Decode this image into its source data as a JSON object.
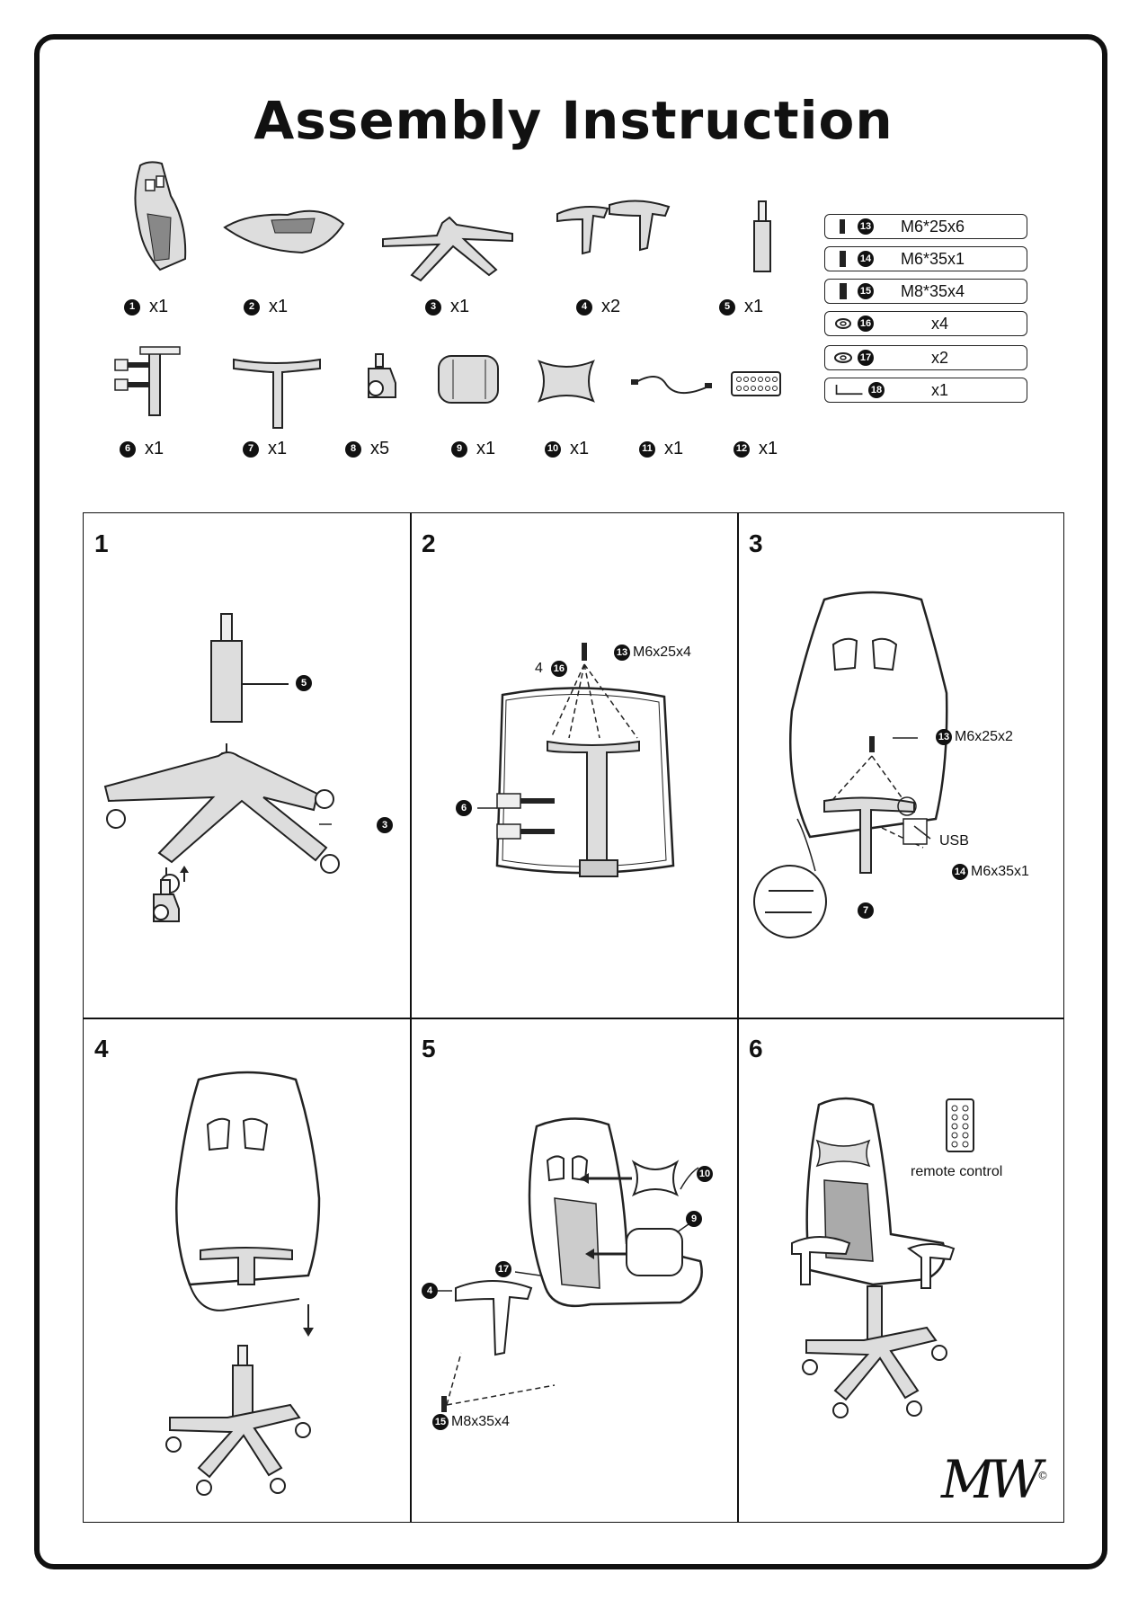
{
  "title": "Assembly Instruction",
  "parts_row1": [
    {
      "badge": "1",
      "icon": "backrest-icon",
      "qty": "x1"
    },
    {
      "badge": "2",
      "icon": "seat-icon",
      "qty": "x1"
    },
    {
      "badge": "3",
      "icon": "base-icon",
      "qty": "x1"
    },
    {
      "badge": "4",
      "icon": "armrest-icon",
      "qty": "x2"
    },
    {
      "badge": "5",
      "icon": "gas-cylinder-icon",
      "qty": "x1"
    }
  ],
  "parts_row2": [
    {
      "badge": "6",
      "icon": "mechanism-icon",
      "qty": "x1"
    },
    {
      "badge": "7",
      "icon": "bracket-icon",
      "qty": "x1"
    },
    {
      "badge": "8",
      "icon": "caster-icon",
      "qty": "x5"
    },
    {
      "badge": "9",
      "icon": "lumbar-pillow-icon",
      "qty": "x1"
    },
    {
      "badge": "10",
      "icon": "headrest-pillow-icon",
      "qty": "x1"
    },
    {
      "badge": "11",
      "icon": "cable-icon",
      "qty": "x1"
    },
    {
      "badge": "12",
      "icon": "remote-icon",
      "qty": "x1"
    }
  ],
  "hardware": [
    {
      "badge": "13",
      "icon": "bolt-icon",
      "spec": "M6*25x6"
    },
    {
      "badge": "14",
      "icon": "bolt-icon",
      "spec": "M6*35x1"
    },
    {
      "badge": "15",
      "icon": "bolt-icon",
      "spec": "M8*35x4"
    },
    {
      "badge": "16",
      "icon": "washer-icon",
      "qty": "x4"
    },
    {
      "badge": "17",
      "icon": "washer-icon",
      "qty": "x2"
    },
    {
      "badge": "18",
      "icon": "allen-key-icon",
      "qty": "x1"
    }
  ],
  "steps": [
    {
      "num": "1",
      "callouts": [
        {
          "badge": "5",
          "text": ""
        },
        {
          "badge": "3",
          "text": ""
        }
      ]
    },
    {
      "num": "2",
      "callouts": [
        {
          "badge": "13",
          "text": "M6x25x4"
        },
        {
          "badge": "16",
          "text": "4"
        },
        {
          "badge": "6",
          "text": ""
        }
      ]
    },
    {
      "num": "3",
      "callouts": [
        {
          "badge": "13",
          "text": "M6x25x2"
        },
        {
          "badge": "",
          "text": "USB"
        },
        {
          "badge": "14",
          "text": "M6x35x1"
        },
        {
          "badge": "7",
          "text": ""
        }
      ]
    },
    {
      "num": "4",
      "callouts": []
    },
    {
      "num": "5",
      "callouts": [
        {
          "badge": "10",
          "text": ""
        },
        {
          "badge": "9",
          "text": ""
        },
        {
          "badge": "17",
          "text": ""
        },
        {
          "badge": "4",
          "text": ""
        },
        {
          "badge": "15",
          "text": "M8x35x4"
        }
      ]
    },
    {
      "num": "6",
      "callouts": [
        {
          "badge": "",
          "text": "remote control"
        }
      ]
    }
  ],
  "logo": {
    "text": "MW",
    "mark": "©"
  }
}
